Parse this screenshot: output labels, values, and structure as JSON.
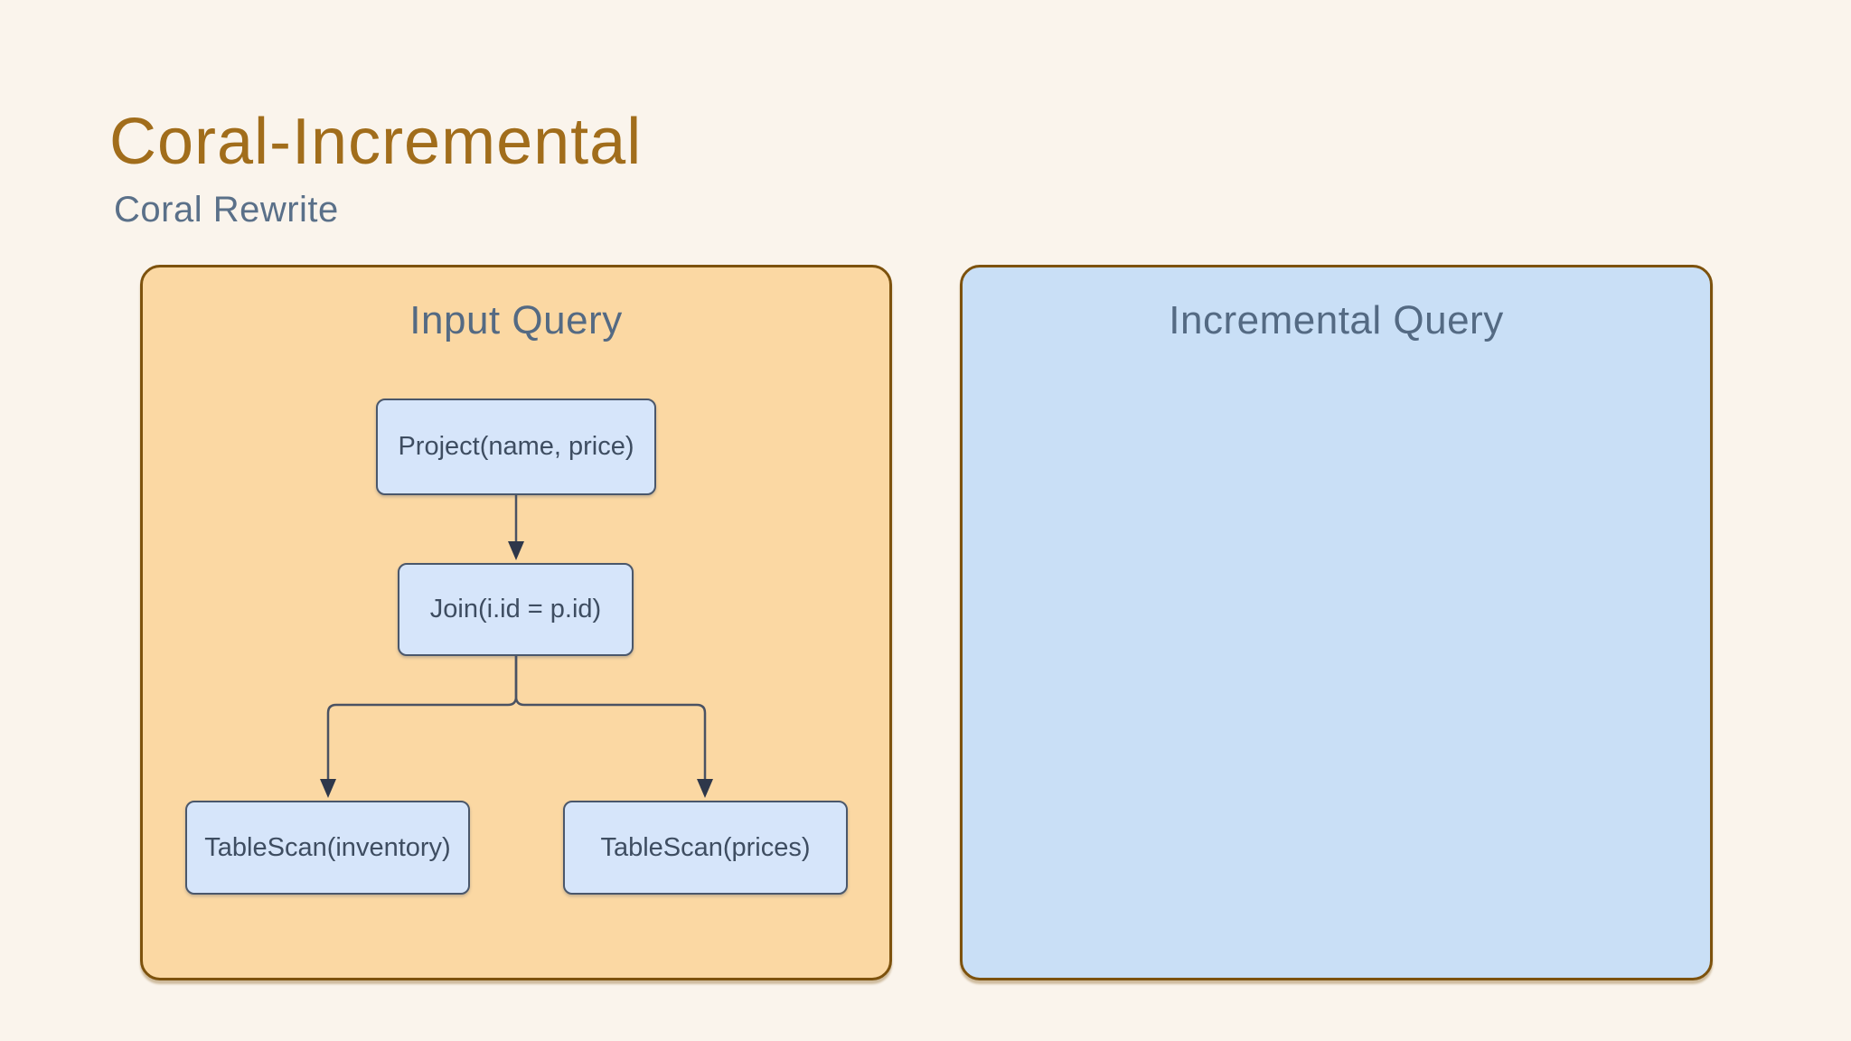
{
  "slide": {
    "title": "Coral-Incremental",
    "subtitle": "Coral Rewrite"
  },
  "panels": {
    "input": {
      "title": "Input Query"
    },
    "incremental": {
      "title": "Incremental Query"
    }
  },
  "query_tree": {
    "nodes": [
      {
        "id": "project",
        "label": "Project(name, price)"
      },
      {
        "id": "join",
        "label": "Join(i.id = p.id)"
      },
      {
        "id": "tablescan-inventory",
        "label": "TableScan(inventory)"
      },
      {
        "id": "tablescan-prices",
        "label": "TableScan(prices)"
      }
    ],
    "edges": [
      {
        "from": "project",
        "to": "join"
      },
      {
        "from": "join",
        "to": "tablescan-inventory"
      },
      {
        "from": "join",
        "to": "tablescan-prices"
      }
    ]
  },
  "colors": {
    "background": "#faf4ec",
    "title_text": "#a16d1b",
    "subtitle_text": "#5a7089",
    "panel_border": "#7d520d",
    "input_panel_fill": "#fbd8a3",
    "incremental_panel_fill": "#c9dff6",
    "panel_title_text": "#546a83",
    "node_fill": "#d6e5fa",
    "node_border": "#4a576b",
    "node_text": "#3e4d61",
    "connector_stroke": "#4a5263",
    "arrowhead_fill": "#2e374a"
  }
}
